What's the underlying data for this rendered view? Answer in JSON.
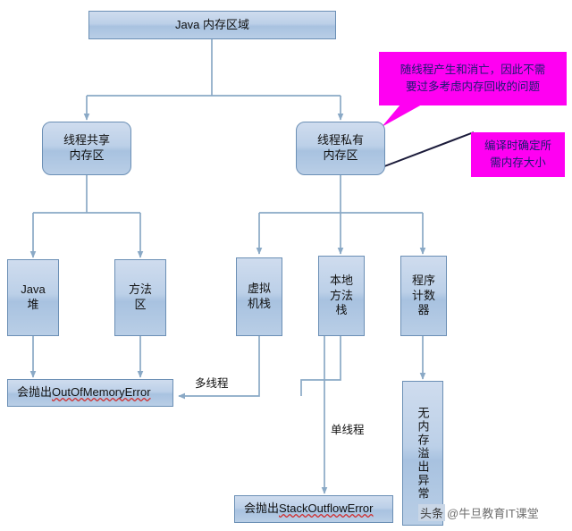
{
  "diagram": {
    "title_node": {
      "label": "Java 内存区域"
    },
    "branches": [
      {
        "label": "线程共享\n内存区"
      },
      {
        "label": "线程私有\n内存区"
      }
    ],
    "shared_children": [
      {
        "label": "Java\n堆"
      },
      {
        "label": "方法\n区"
      }
    ],
    "private_children": [
      {
        "label": "虚拟\n机栈"
      },
      {
        "label": "本地\n方法\n栈"
      },
      {
        "label": "程序\n计数\n器"
      }
    ],
    "outcomes": [
      {
        "prefix": "会抛出 ",
        "error": "OutOfMemoryError"
      },
      {
        "prefix": "会抛出 ",
        "error": "StackOutflowError"
      }
    ],
    "vertical_note": {
      "label": "无内存溢出异常"
    },
    "edge_labels": [
      {
        "label": "多线程"
      },
      {
        "label": "单线程"
      }
    ],
    "callouts": [
      {
        "label": "随线程产生和消亡，因此不需\n要过多考虑内存回收的问题"
      },
      {
        "label": "编译时确定所\n需内存大小"
      }
    ],
    "colors": {
      "node_fill": "#b9cee6",
      "node_border": "#6b8fb5",
      "callout_fill": "#ff00f2",
      "callout_text": "#1a1a6e",
      "connector": "#8aa9c6",
      "leader_line": "#1b1b3a",
      "error_underline": "#d03030"
    }
  },
  "watermark": {
    "badge": "头条",
    "text": "@牛旦教育IT课堂"
  }
}
